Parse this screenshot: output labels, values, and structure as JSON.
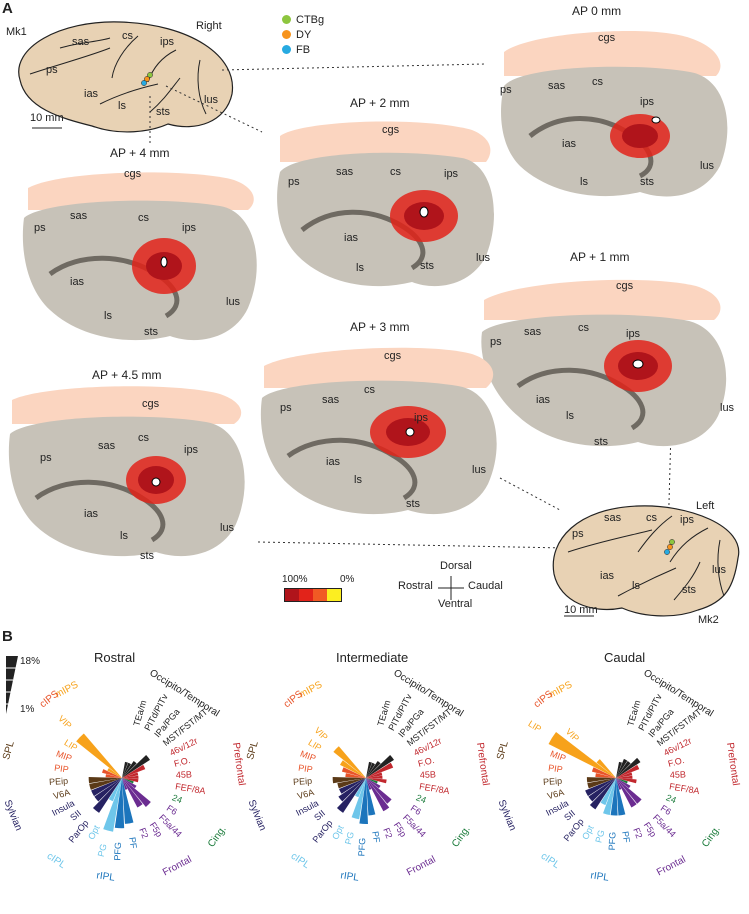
{
  "panel_a": {
    "letter": "A",
    "mk1": {
      "id": "Mk1",
      "hemisphere": "Right",
      "scale": "10 mm",
      "sulci": [
        "sas",
        "cs",
        "ips",
        "ps",
        "ias",
        "ls",
        "sts",
        "lus"
      ]
    },
    "mk2": {
      "id": "Mk2",
      "hemisphere": "Left",
      "scale": "10 mm",
      "sulci": [
        "sas",
        "cs",
        "ips",
        "ps",
        "ias",
        "ls",
        "sts",
        "lus"
      ]
    },
    "tracers": [
      {
        "name": "CTBg",
        "color": "#8dc63f"
      },
      {
        "name": "DY",
        "color": "#f7941d"
      },
      {
        "name": "FB",
        "color": "#27aae1"
      }
    ],
    "sections": [
      {
        "title": "AP + 4.5 mm",
        "cgs": "cgs",
        "labels": [
          "ps",
          "sas",
          "cs",
          "ips",
          "ias",
          "ls",
          "sts",
          "lus"
        ]
      },
      {
        "title": "AP + 4 mm",
        "cgs": "cgs",
        "labels": [
          "ps",
          "sas",
          "cs",
          "ips",
          "ias",
          "ls",
          "sts",
          "lus"
        ]
      },
      {
        "title": "AP + 3 mm",
        "cgs": "cgs",
        "labels": [
          "ps",
          "sas",
          "cs",
          "ips",
          "ias",
          "ls",
          "sts",
          "lus"
        ]
      },
      {
        "title": "AP + 2 mm",
        "cgs": "cgs",
        "labels": [
          "ps",
          "sas",
          "cs",
          "ips",
          "ias",
          "ls",
          "sts",
          "lus"
        ]
      },
      {
        "title": "AP + 1 mm",
        "cgs": "cgs",
        "labels": [
          "ps",
          "sas",
          "cs",
          "ips",
          "ias",
          "ls",
          "sts",
          "lus"
        ]
      },
      {
        "title": "AP 0 mm",
        "cgs": "cgs",
        "labels": [
          "ps",
          "sas",
          "cs",
          "ips",
          "ias",
          "ls",
          "sts",
          "lus"
        ]
      }
    ],
    "density_scale": {
      "max": "100%",
      "min": "0%",
      "colors": [
        "#b0141b",
        "#e2231a",
        "#f15a24",
        "#fcee21"
      ]
    },
    "orientation": {
      "dorsal": "Dorsal",
      "ventral": "Ventral",
      "rostral": "Rostral",
      "caudal": "Caudal"
    }
  },
  "panel_b": {
    "letter": "B",
    "scale_max": "18%",
    "scale_min": "1%",
    "plots": [
      "Rostral",
      "Intermediate",
      "Caudal"
    ],
    "groups": [
      {
        "name": "mIPS",
        "color": "#f7a21b"
      },
      {
        "name": "Occipito/Temporal",
        "color": "#222222"
      },
      {
        "name": "Prefrontal",
        "color": "#c1272d"
      },
      {
        "name": "Cing.",
        "color": "#1a7a3a"
      },
      {
        "name": "Frontal",
        "color": "#6b2c91"
      },
      {
        "name": "rIPL",
        "color": "#1c75bc"
      },
      {
        "name": "cIPL",
        "color": "#6ec6ea"
      },
      {
        "name": "Sylvian",
        "color": "#262262"
      },
      {
        "name": "SPL",
        "color": "#5b3a17"
      },
      {
        "name": "cIPS",
        "color": "#e8542a"
      }
    ],
    "areas": [
      {
        "label": "TEa/m",
        "group": "Occipito/Temporal",
        "color": "#222222"
      },
      {
        "label": "PITd/PITv",
        "group": "Occipito/Temporal",
        "color": "#222222"
      },
      {
        "label": "IPa/PGa",
        "group": "Occipito/Temporal",
        "color": "#222222"
      },
      {
        "label": "MST/FST/MT",
        "group": "Occipito/Temporal",
        "color": "#222222"
      },
      {
        "label": "46v/12r",
        "group": "Prefrontal",
        "color": "#c1272d"
      },
      {
        "label": "F.O.",
        "group": "Prefrontal",
        "color": "#c1272d"
      },
      {
        "label": "45B",
        "group": "Prefrontal",
        "color": "#c1272d"
      },
      {
        "label": "FEF/8A",
        "group": "Prefrontal",
        "color": "#c1272d"
      },
      {
        "label": "24",
        "group": "Cing.",
        "color": "#1a7a3a"
      },
      {
        "label": "F6",
        "group": "Frontal",
        "color": "#6b2c91"
      },
      {
        "label": "F5a/44",
        "group": "Frontal",
        "color": "#6b2c91"
      },
      {
        "label": "F5p",
        "group": "Frontal",
        "color": "#6b2c91"
      },
      {
        "label": "F2",
        "group": "Frontal",
        "color": "#6b2c91"
      },
      {
        "label": "PF",
        "group": "rIPL",
        "color": "#1c75bc"
      },
      {
        "label": "PFG",
        "group": "rIPL",
        "color": "#1c75bc"
      },
      {
        "label": "PG",
        "group": "cIPL",
        "color": "#6ec6ea"
      },
      {
        "label": "Opt",
        "group": "cIPL",
        "color": "#6ec6ea"
      },
      {
        "label": "ParOp",
        "group": "Sylvian",
        "color": "#262262"
      },
      {
        "label": "SII",
        "group": "Sylvian",
        "color": "#262262"
      },
      {
        "label": "Insula",
        "group": "Sylvian",
        "color": "#262262"
      },
      {
        "label": "V6A",
        "group": "SPL",
        "color": "#5b3a17"
      },
      {
        "label": "PEip",
        "group": "SPL",
        "color": "#5b3a17"
      },
      {
        "label": "PIP",
        "group": "cIPS",
        "color": "#e8542a"
      },
      {
        "label": "MIP",
        "group": "cIPS",
        "color": "#e8542a"
      },
      {
        "label": "LIP",
        "group": "mIPS",
        "color": "#f7a21b"
      },
      {
        "label": "VIP",
        "group": "mIPS",
        "color": "#f7a21b"
      }
    ],
    "values": {
      "Rostral": [
        2,
        2,
        3,
        6,
        4,
        2,
        2,
        2,
        1,
        2,
        7,
        6,
        1,
        9,
        10,
        11,
        4,
        8,
        6,
        6,
        6,
        6,
        2,
        3,
        2,
        12
      ],
      "Intermediate": [
        2,
        2,
        3,
        6,
        5,
        2,
        2,
        3,
        1,
        2,
        6,
        7,
        1,
        7,
        9,
        8,
        3,
        8,
        6,
        5,
        5,
        6,
        3,
        4,
        5,
        8
      ],
      "Caudal": [
        2,
        3,
        3,
        5,
        4,
        2,
        2,
        3,
        1,
        2,
        6,
        6,
        1,
        7,
        7,
        7,
        5,
        7,
        6,
        6,
        5,
        5,
        3,
        4,
        16,
        4
      ]
    }
  }
}
